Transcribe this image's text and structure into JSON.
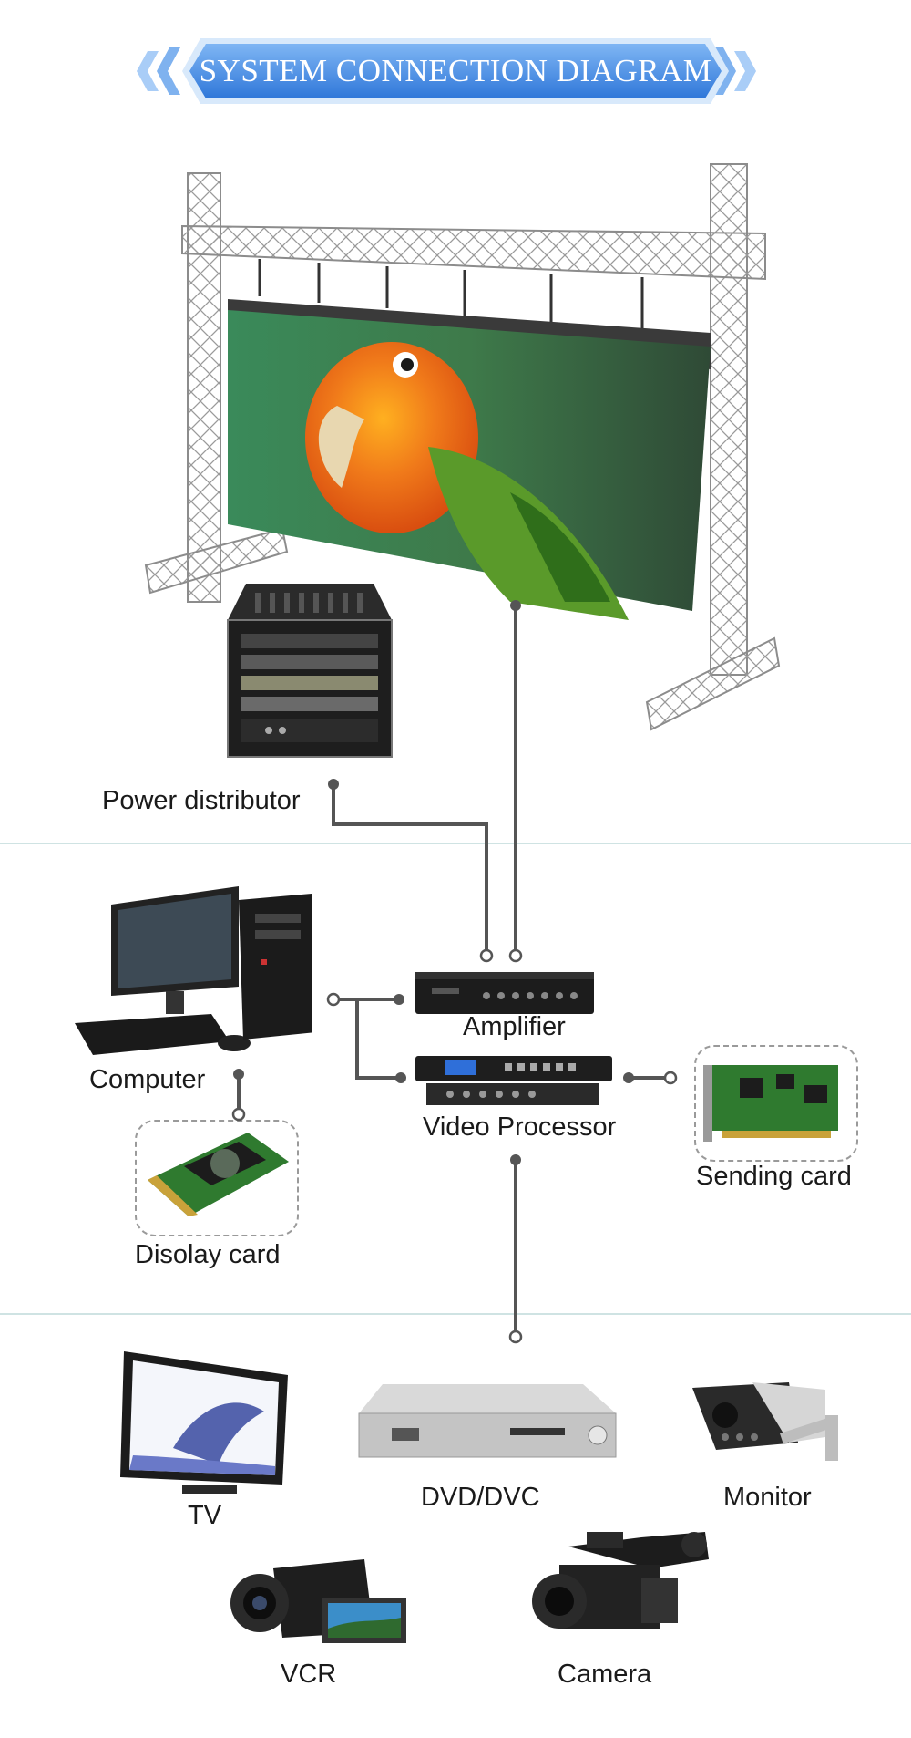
{
  "title": "SYSTEM CONNECTION DIAGRAM",
  "labels": {
    "power_distributor": "Power distributor",
    "amplifier": "Amplifier",
    "computer": "Computer",
    "video_processor": "Video Processor",
    "sending_card": "Sending card",
    "display_card": "Disolay card",
    "tv": "TV",
    "dvd": "DVD/DVC",
    "monitor": "Monitor",
    "vcr": "VCR",
    "camera": "Camera"
  },
  "colors": {
    "banner": "#4a8fe6",
    "banner_light": "#a9cdf7",
    "connector": "#555555",
    "divider": "#cfe3e3"
  }
}
